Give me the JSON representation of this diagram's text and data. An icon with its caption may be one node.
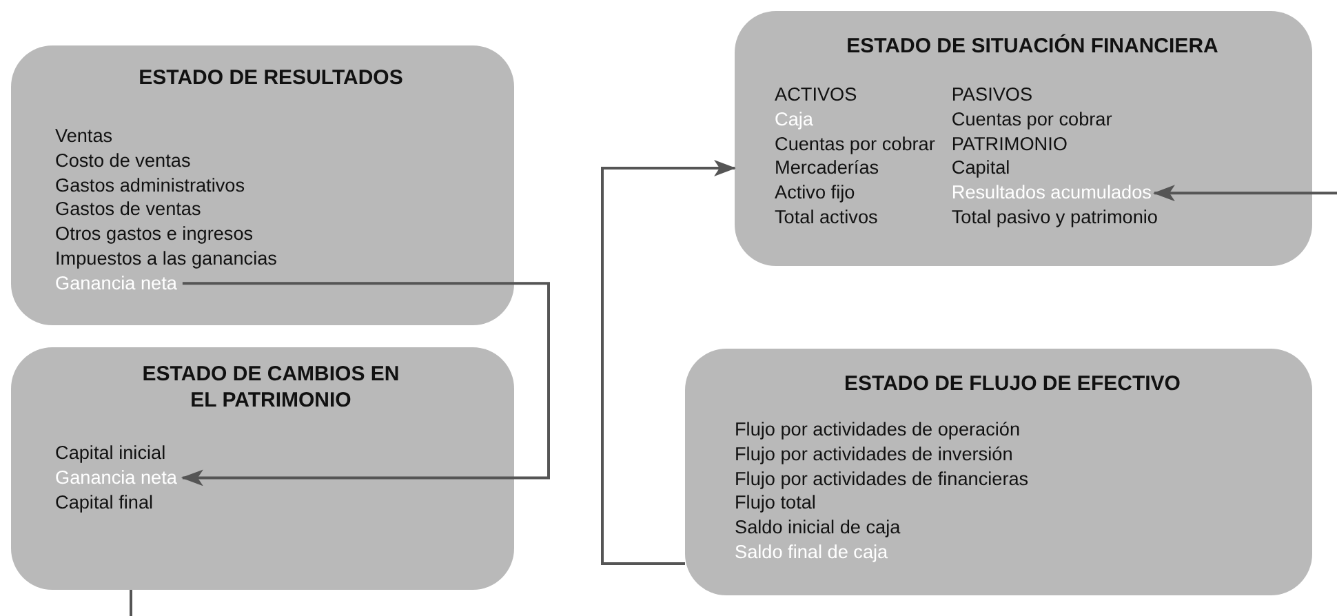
{
  "diagram": {
    "nodes": [
      {
        "text": [
          "ESTADO DE RESULTADOS"
        ]
      },
      {
        "text": [
          "Ventas"
        ],
        "in": 0
      },
      {
        "text": [
          "Costo de ventas"
        ],
        "in": 0
      },
      {
        "text": [
          "Gastos administrativos"
        ],
        "in": 0
      },
      {
        "text": [
          "Gastos de ventas"
        ],
        "in": 0
      },
      {
        "text": [
          "Otros gastos e ingresos"
        ],
        "in": 0
      },
      {
        "text": [
          "Impuestos a las ganancias"
        ],
        "in": 0
      },
      {
        "text": [
          "Ganancia neta"
        ],
        "in": 0
      },
      {
        "text": [
          "ESTADO DE CAMBIOS EN EL PATRIMONIO"
        ]
      },
      {
        "text": [
          "Capital inicial"
        ],
        "in": 8
      },
      {
        "text": [
          "Ganancia neta"
        ],
        "in": 8
      },
      {
        "text": [
          "Capital final"
        ],
        "in": 8
      },
      {
        "text": [
          "ESTADO DE SITUACIÓN FINANCIERA"
        ]
      },
      {
        "text": [
          "ACTIVOS"
        ],
        "in": 12
      },
      {
        "text": [
          "Caja"
        ],
        "in": 12
      },
      {
        "text": [
          "Cuentas por cobrar"
        ],
        "in": 12
      },
      {
        "text": [
          "Mercaderías"
        ],
        "in": 12
      },
      {
        "text": [
          "Activo fijo"
        ],
        "in": 12
      },
      {
        "text": [
          "Total activos"
        ],
        "in": 12
      },
      {
        "text": [
          "PASIVOS"
        ],
        "in": 12
      },
      {
        "text": [
          "Cuentas por cobrar"
        ],
        "in": 12
      },
      {
        "text": [
          "PATRIMONIO"
        ],
        "in": 12
      },
      {
        "text": [
          "Capital"
        ],
        "in": 12
      },
      {
        "text": [
          "Resultados acumulados"
        ],
        "in": 12
      },
      {
        "text": [
          "Total pasivo y patrimonio"
        ],
        "in": 12
      },
      {
        "text": [
          "ESTADO DE FLUJO DE EFECTIVO"
        ]
      },
      {
        "text": [
          "Flujo por actividades de operación"
        ],
        "in": 25
      },
      {
        "text": [
          "Flujo por actividades de inversión"
        ],
        "in": 25
      },
      {
        "text": [
          "Flujo por actividades de financieras"
        ],
        "in": 25
      },
      {
        "text": [
          "Flujo total"
        ],
        "in": 25
      },
      {
        "text": [
          "Saldo inicial de caja"
        ],
        "in": 25
      },
      {
        "text": [
          "Saldo final de caja"
        ],
        "in": 25
      }
    ],
    "edges": [
      {
        "from": 7,
        "to": 10,
        "arrow": "to"
      },
      {
        "from": 25,
        "to": 12,
        "arrow": "to"
      },
      {
        "from": null,
        "to": 23,
        "arrow": "to"
      },
      {
        "from": 8,
        "to": null,
        "arrow": "none"
      }
    ]
  }
}
